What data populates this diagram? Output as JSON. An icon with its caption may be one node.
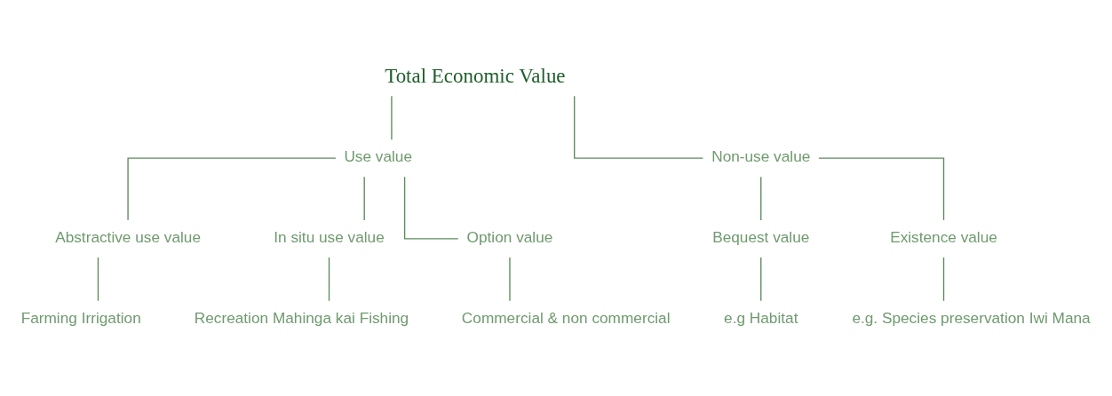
{
  "diagram": {
    "nodes": [
      {
        "text": [
          "Total Economic Value"
        ]
      },
      {
        "text": [
          "Use value"
        ]
      },
      {
        "text": [
          "Non-use value"
        ]
      },
      {
        "text": [
          "Abstractive use value"
        ]
      },
      {
        "text": [
          "In situ use value"
        ]
      },
      {
        "text": [
          "Option value"
        ]
      },
      {
        "text": [
          "Bequest value"
        ]
      },
      {
        "text": [
          "Existence value"
        ]
      },
      {
        "text": [
          "Farming Irrigation"
        ]
      },
      {
        "text": [
          "Recreation Mahinga kai Fishing"
        ]
      },
      {
        "text": [
          "Commercial & non commercial"
        ]
      },
      {
        "text": [
          "e.g Habitat"
        ]
      },
      {
        "text": [
          "e.g. Species preservation Iwi Mana"
        ]
      }
    ],
    "edges": [
      {
        "from": 0,
        "to": 1,
        "arrow": "none"
      },
      {
        "from": 0,
        "to": 2,
        "arrow": "none"
      },
      {
        "from": 1,
        "to": 3,
        "arrow": "none"
      },
      {
        "from": 1,
        "to": 4,
        "arrow": "none"
      },
      {
        "from": 1,
        "to": 5,
        "arrow": "none"
      },
      {
        "from": 2,
        "to": 6,
        "arrow": "none"
      },
      {
        "from": 2,
        "to": 7,
        "arrow": "none"
      },
      {
        "from": 3,
        "to": 8,
        "arrow": "none"
      },
      {
        "from": 4,
        "to": 9,
        "arrow": "none"
      },
      {
        "from": 5,
        "to": 10,
        "arrow": "none"
      },
      {
        "from": 6,
        "to": 11,
        "arrow": "none"
      },
      {
        "from": 7,
        "to": 12,
        "arrow": "none"
      }
    ]
  }
}
